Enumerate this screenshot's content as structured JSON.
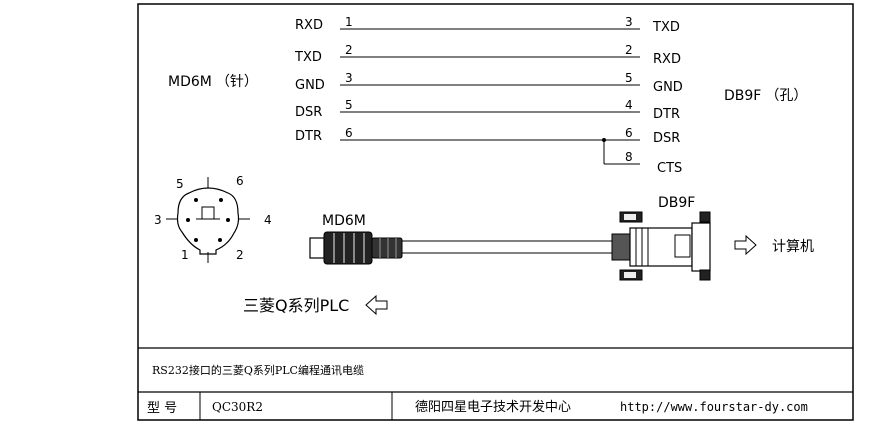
{
  "left_connector": {
    "name": "MD6M",
    "gender": "（针）"
  },
  "right_connector": {
    "name": "DB9F",
    "gender": "（孔）"
  },
  "wiring": [
    {
      "left_signal": "RXD",
      "left_pin": "1",
      "right_pin": "3",
      "right_signal": "TXD"
    },
    {
      "left_signal": "TXD",
      "left_pin": "2",
      "right_pin": "2",
      "right_signal": "RXD"
    },
    {
      "left_signal": "GND",
      "left_pin": "3",
      "right_pin": "5",
      "right_signal": "GND"
    },
    {
      "left_signal": "DSR",
      "left_pin": "5",
      "right_pin": "4",
      "right_signal": "DTR"
    },
    {
      "left_signal": "DTR",
      "left_pin": "6",
      "right_pin": "6",
      "right_signal": "DSR"
    }
  ],
  "jumper": {
    "pin": "8",
    "signal": "CTS"
  },
  "din_pins": [
    "5",
    "6",
    "3",
    "4",
    "1",
    "2"
  ],
  "cable": {
    "left_plug_label": "MD6M",
    "right_plug_label": "DB9F",
    "right_target": "计算机",
    "left_target": "三菱Q系列PLC"
  },
  "description": "RS232接口的三菱Q系列PLC编程通讯电缆",
  "footer": {
    "model_label": "型 号",
    "model_value": "QC30R2",
    "company": "德阳四星电子技术开发中心",
    "url": "http://www.fourstar-dy.com"
  }
}
